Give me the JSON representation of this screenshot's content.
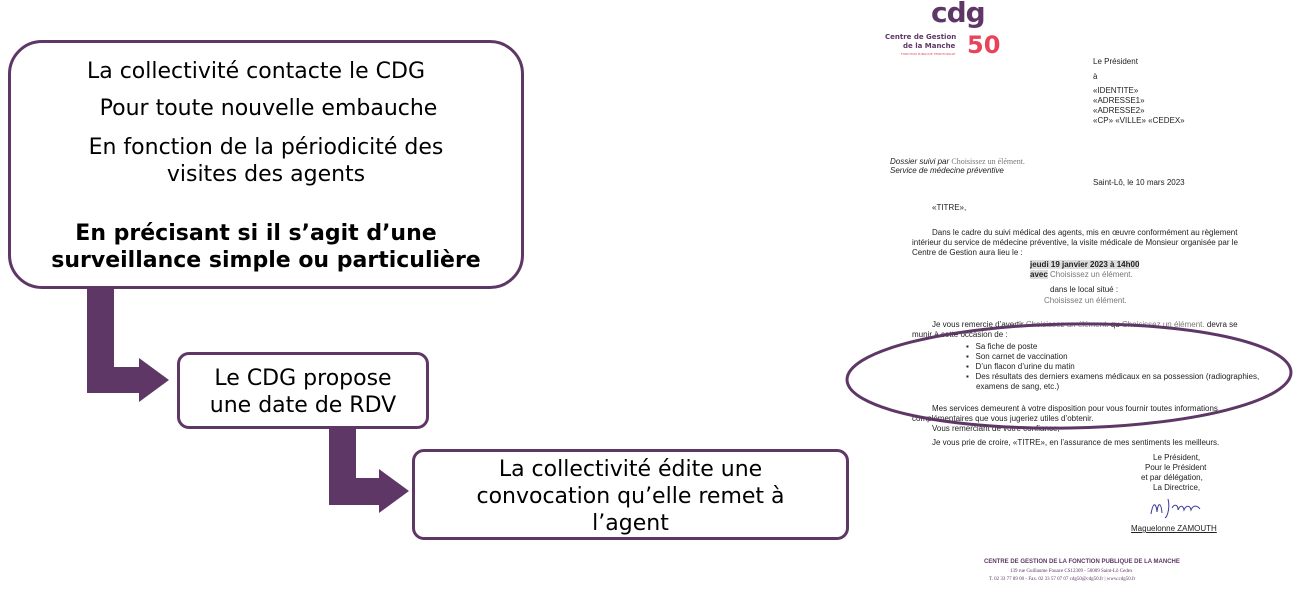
{
  "flow": {
    "box1": {
      "line1": "La collectivité contacte le CDG",
      "line2": "Pour toute nouvelle embauche",
      "line3": "En fonction de la périodicité des",
      "line4": "visites des agents",
      "bold1": "En précisant si il s’agit d’une",
      "bold2": "surveillance simple ou particulière"
    },
    "box2": {
      "line1": "Le CDG propose",
      "line2": "une date de RDV"
    },
    "box3": {
      "line1": "La collectivité édite une",
      "line2": "convocation qu’elle remet à",
      "line3": "l’agent"
    },
    "accent": "#5e3766"
  },
  "letter": {
    "logo": {
      "mark": "cdg 50",
      "name1": "Centre de Gestion",
      "name2": "de la Manche",
      "tagline": "FONCTION PUBLIQUE TERRITORIALE"
    },
    "sender": "Le Président",
    "to": "à",
    "recipient": [
      "«IDENTITE»",
      "«ADRESSE1»",
      "«ADRESSE2»",
      "«CP» «VILLE» «CEDEX»"
    ],
    "dossier_prefix": "Dossier suivi par",
    "dossier_value": "Choisissez un élément.",
    "service": "Service de médecine préventive",
    "place_date": "Saint-Lô, le 10 mars 2023",
    "salutation": "«TITRE»,",
    "para1_l1": "Dans le cadre du suivi médical des agents, mis en œuvre conformément au règlement",
    "para1_l2": "intérieur du service de médecine préventive, la visite médicale de Monsieur organisée par le",
    "para1_l3": "Centre de Gestion aura lieu le :",
    "appointment": "jeudi 19 janvier 2023 à 14h00",
    "with_label": "avec",
    "with_value": "Choisissez un élément.",
    "location_label": "dans le local situé :",
    "location_value": "Choisissez un élément.",
    "para2_a": "Je vous remercie d’avertir",
    "para2_v1": "Choisissez un élément.",
    "para2_b": "qu",
    "para2_v2": "Choisissez un élément.",
    "para2_c": "devra se",
    "para2_l2": "munir à cette occasion de :",
    "items": [
      "Sa fiche de poste",
      "Son carnet de vaccination",
      "D’un flacon d’urine du matin",
      "Des résultats des derniers examens médicaux en sa possession (radiographies,",
      "examens de sang, etc.)"
    ],
    "para3_l1": "Mes services demeurent à votre disposition pour vous fournir toutes informations",
    "para3_l2": "complémentaires que vous jugeriez utiles d’obtenir.",
    "para3_l3": "Vous remerciant de votre confiance,",
    "closing": "Je vous prie de croire, «TITRE», en l’assurance de mes sentiments les meilleurs.",
    "sign": [
      "Le Président,",
      "Pour le Président",
      "et par délégation,",
      "La Directrice,"
    ],
    "signature": "M Zamouth",
    "signer": "Maguelonne ZAMOUTH",
    "footer1": "CENTRE DE GESTION DE LA FONCTION PUBLIQUE DE LA MANCHE",
    "footer2": "139 rue Guillaume Fouace CS12309 - 50009 Saint-Lô Cedex",
    "footer3": "T. 02 33 77 89 00 - Fax. 02 33 57 07 07 cdg50@cdg50.fr | www.cdg50.fr"
  }
}
